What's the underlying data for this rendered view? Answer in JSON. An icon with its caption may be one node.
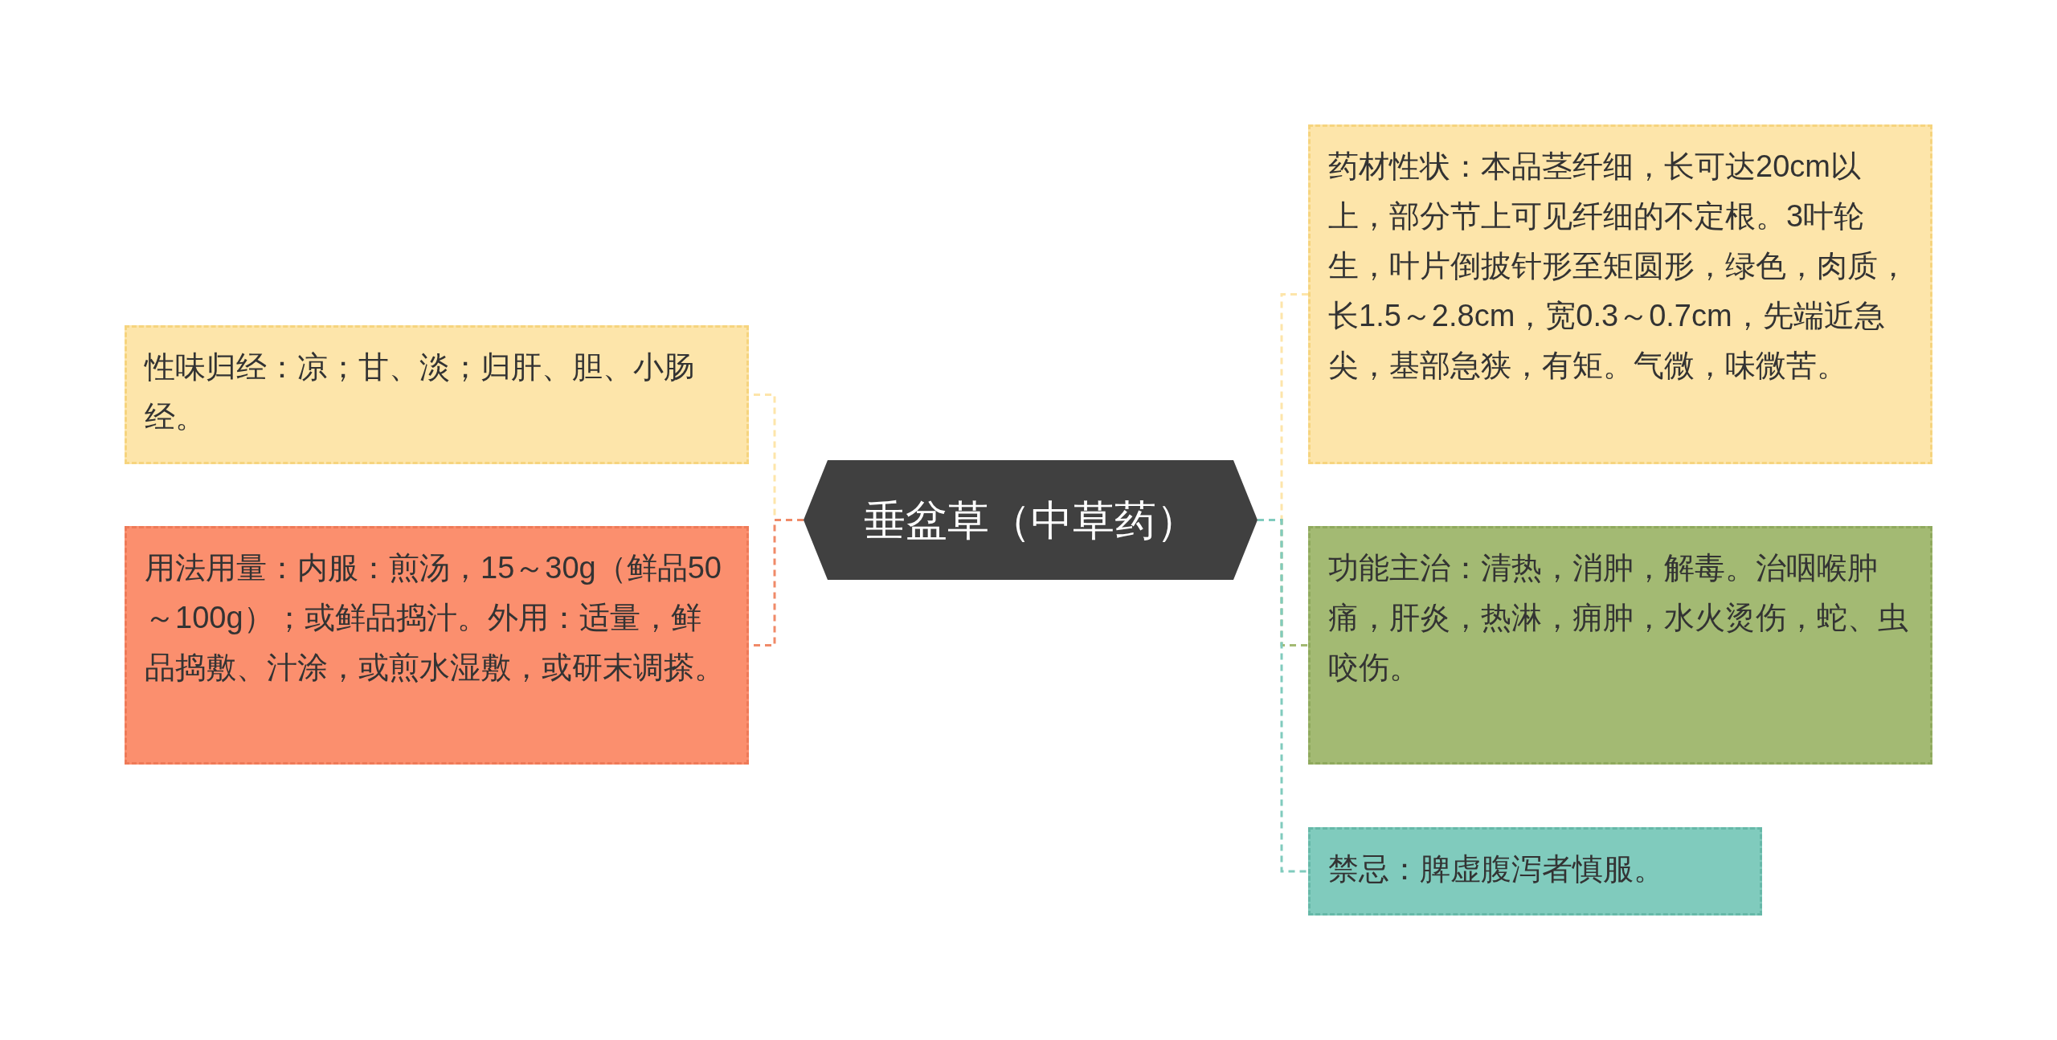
{
  "diagram": {
    "nodes": [
      {
        "text": [
          "垂盆草（中草药）"
        ]
      },
      {
        "text": [
          "性味归经：凉；甘、淡；归肝、胆、小肠经。"
        ]
      },
      {
        "text": [
          "用法用量：内服：煎汤，15～30g（鲜品50～100g）；或鲜品捣汁。外用：适量，鲜品捣敷、汁涂，或煎水湿敷，或研末调搽。"
        ]
      },
      {
        "text": [
          "药材性状：本品茎纤细，长可达20cm以上，部分节上可见纤细的不定根。3叶轮生，叶片倒披针形至矩圆形，绿色，肉质，长1.5～2.8cm，宽0.3～0.7cm，先端近急尖，基部急狭，有矩。气微，味微苦。"
        ]
      },
      {
        "text": [
          "功能主治：清热，消肿，解毒。治咽喉肿痛，肝炎，热淋，痈肿，水火烫伤，蛇、虫咬伤。"
        ]
      },
      {
        "text": [
          "禁忌：脾虚腹泻者慎服。"
        ]
      }
    ],
    "edges": [
      {
        "from": 0,
        "to": 1,
        "arrow": "none",
        "style": "dashed",
        "color": "#fde5aa"
      },
      {
        "from": 0,
        "to": 2,
        "arrow": "none",
        "style": "dashed",
        "color": "#f08a68"
      },
      {
        "from": 0,
        "to": 3,
        "arrow": "none",
        "style": "dashed",
        "color": "#fde5aa"
      },
      {
        "from": 0,
        "to": 4,
        "arrow": "none",
        "style": "dashed",
        "color": "#a3ba73"
      },
      {
        "from": 0,
        "to": 5,
        "arrow": "none",
        "style": "dashed",
        "color": "#80cbbd"
      }
    ]
  }
}
